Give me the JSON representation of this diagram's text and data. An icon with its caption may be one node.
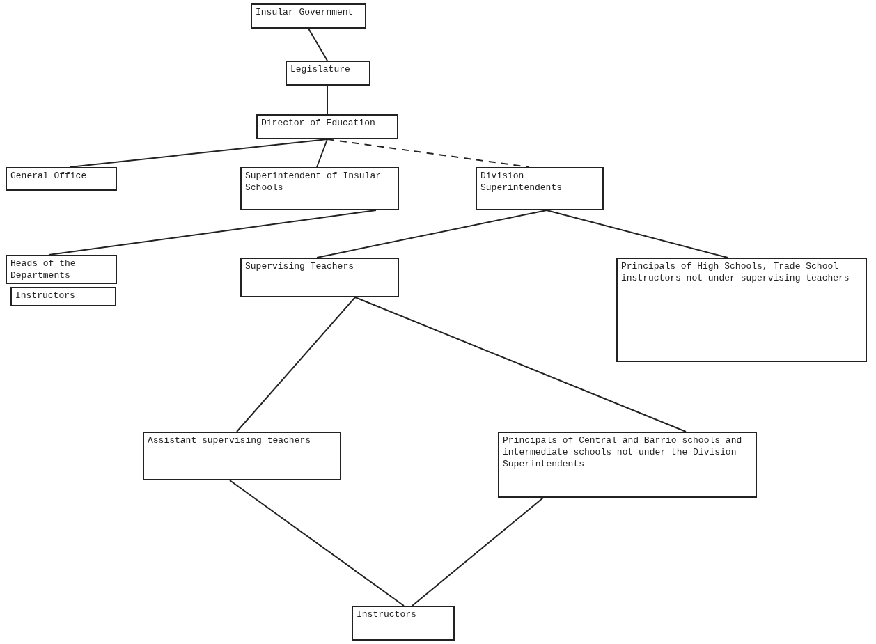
{
  "diagram": {
    "nodes": [
      {
        "text": [
          "Insular Government"
        ]
      },
      {
        "text": [
          "Legislature"
        ]
      },
      {
        "text": [
          "Director of Education"
        ]
      },
      {
        "text": [
          "General Office"
        ]
      },
      {
        "text": [
          "Superintendent of Insular Schools"
        ]
      },
      {
        "text": [
          "Division Superintendents"
        ]
      },
      {
        "text": [
          "Heads of the Departments"
        ]
      },
      {
        "text": [
          "Instructors"
        ]
      },
      {
        "text": [
          "Supervising Teachers"
        ]
      },
      {
        "text": [
          "Principals of High Schools, Trade School instructors not under supervising teachers"
        ]
      },
      {
        "text": [
          "Assistant supervising teachers"
        ]
      },
      {
        "text": [
          "Principals of Central and Barrio schools and intermediate schools not under the Division Superintendents"
        ]
      },
      {
        "text": [
          "Instructors"
        ]
      }
    ],
    "edges": [
      {
        "from": 0,
        "to": 1,
        "arrow": "none"
      },
      {
        "from": 1,
        "to": 2,
        "arrow": "none"
      },
      {
        "from": 2,
        "to": 3,
        "arrow": "none"
      },
      {
        "from": 2,
        "to": 4,
        "arrow": "none"
      },
      {
        "from": 2,
        "to": 5,
        "arrow": "none",
        "style": "dashed"
      },
      {
        "from": 4,
        "to": 6,
        "arrow": "none"
      },
      {
        "from": 5,
        "to": 8,
        "arrow": "none"
      },
      {
        "from": 5,
        "to": 9,
        "arrow": "none"
      },
      {
        "from": 8,
        "to": 10,
        "arrow": "none"
      },
      {
        "from": 8,
        "to": 11,
        "arrow": "none"
      },
      {
        "from": 10,
        "to": 12,
        "arrow": "none"
      },
      {
        "from": 11,
        "to": 12,
        "arrow": "none"
      }
    ]
  }
}
